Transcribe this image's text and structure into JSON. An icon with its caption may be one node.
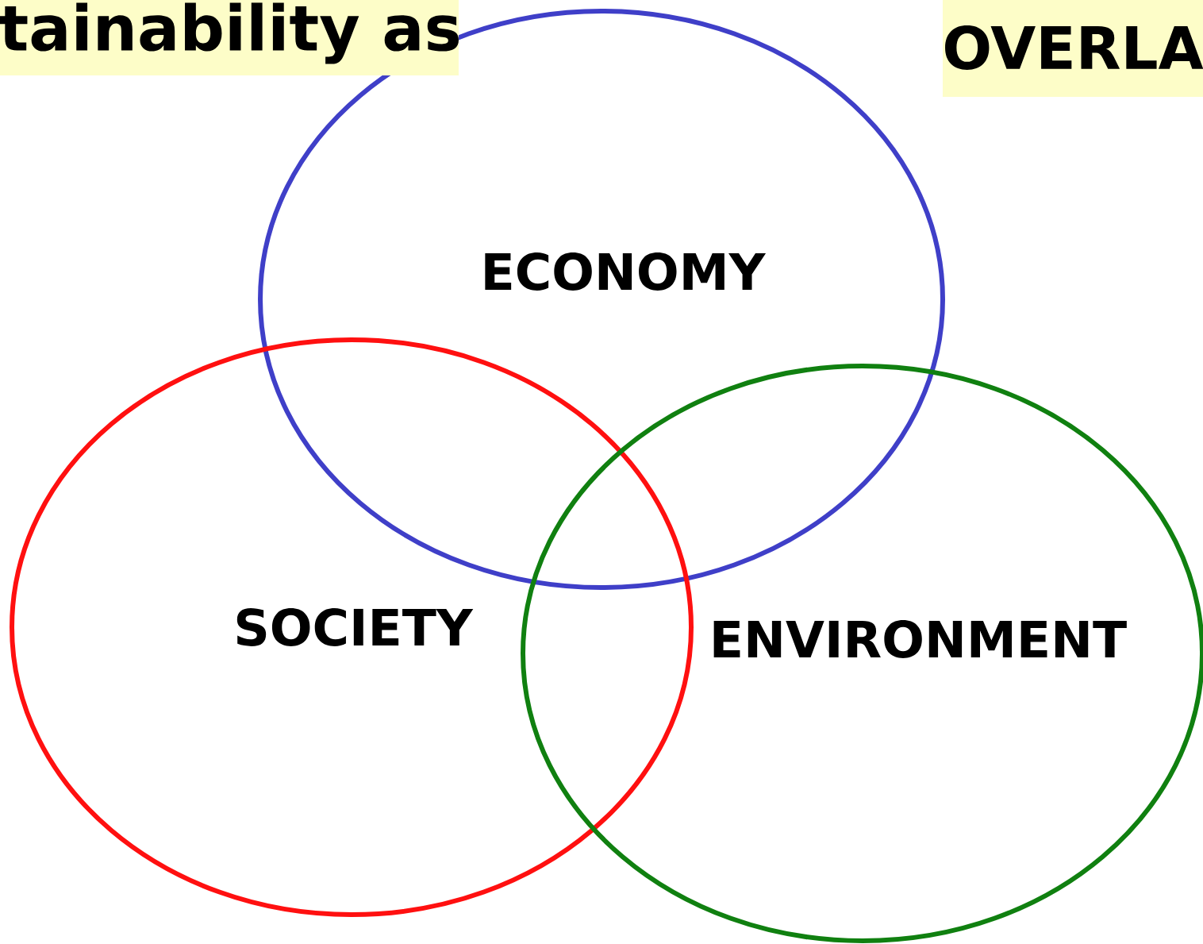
{
  "diagram": {
    "nodes": [
      {
        "text": [
          "tainability as"
        ]
      },
      {
        "text": [
          "OVERLA"
        ]
      },
      {
        "text": [
          "ECONOMY"
        ]
      },
      {
        "text": [
          "SOCIETY"
        ]
      },
      {
        "text": [
          "ENVIRONMENT"
        ]
      }
    ],
    "edges": []
  }
}
